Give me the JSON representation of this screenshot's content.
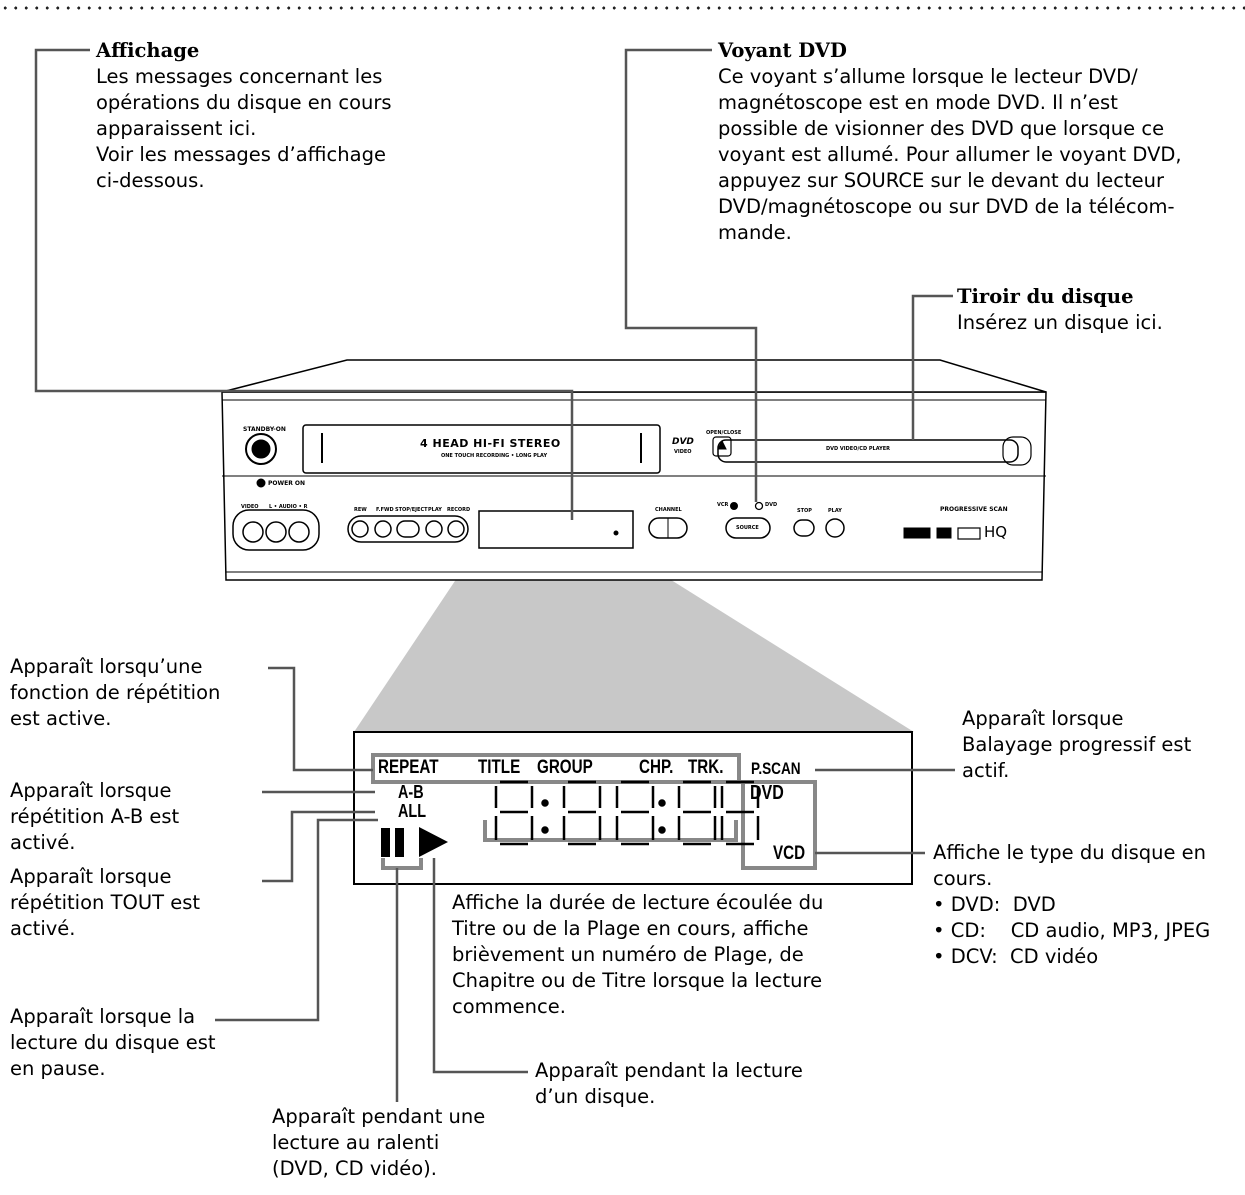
{
  "callouts": {
    "display": {
      "title": "Affichage",
      "lines": [
        "Les messages concernant les",
        "opérations du disque en cours",
        "apparaissent ici.",
        "Voir les messages d’affichage",
        "ci-dessous."
      ]
    },
    "dvd_indicator": {
      "title": "Voyant DVD",
      "lines": [
        "Ce voyant s’allume lorsque le lecteur DVD/",
        "magnétoscope est en mode DVD. Il n’est",
        "possible de visionner des DVD que lorsque ce",
        "voyant est allumé. Pour allumer le voyant DVD,",
        "appuyez sur SOURCE sur le devant du lecteur",
        "DVD/magnétoscope ou sur DVD de la télécom-",
        "mande."
      ]
    },
    "disc_tray": {
      "title": "Tiroir du disque",
      "lines": [
        "Insérez un disque ici."
      ]
    },
    "repeat": {
      "lines": [
        "Apparaît lorsqu’une",
        "fonction de répétition",
        "est active."
      ]
    },
    "ab": {
      "lines": [
        "Apparaît lorsque",
        "répétition A-B est",
        "activé."
      ]
    },
    "all": {
      "lines": [
        "Apparaît lorsque",
        "répétition TOUT est",
        "activé."
      ]
    },
    "pause": {
      "lines": [
        "Apparaît lorsque la",
        "lecture du disque est",
        "en pause."
      ]
    },
    "slow": {
      "lines": [
        "Apparaît pendant une",
        "lecture au ralenti",
        "(DVD, CD vidéo)."
      ]
    },
    "play": {
      "lines": [
        "Apparaît pendant la lecture",
        "d’un disque."
      ]
    },
    "time": {
      "lines": [
        "Affiche la durée de lecture écoulée du",
        "Titre ou de la Plage en cours, affiche",
        "brièvement un numéro de Plage, de",
        "Chapitre ou de Titre lorsque la lecture",
        "commence."
      ]
    },
    "pscan": {
      "lines": [
        "Apparaît lorsque",
        "Balayage progressif est",
        "actif."
      ]
    },
    "disc_type": {
      "lines": [
        "Affiche le type du disque en",
        "cours."
      ],
      "items": [
        "• DVD:  DVD",
        "• CD:    CD audio, MP3, JPEG",
        "• DCV:  CD vidéo"
      ]
    }
  },
  "device": {
    "standby_label": "STANDBY-ON",
    "power_on_label": "POWER ON",
    "vcr_brand": "4 HEAD HI-FI STEREO",
    "vcr_sub": "ONE TOUCH RECORDING • LONG PLAY",
    "open_close": "OPEN/CLOSE",
    "tray_label": "DVD VIDEO/CD PLAYER",
    "video_label": "VIDEO",
    "audio_label": "L • AUDIO • R",
    "rew": "REW",
    "ffwd": "F.FWD",
    "stop_eject": "STOP/EJECT",
    "play": "PLAY",
    "record": "RECORD",
    "channel": "CHANNEL",
    "vcr": "VCR",
    "dvd": "DVD",
    "source": "SOURCE",
    "stop": "STOP",
    "play2": "PLAY",
    "progressive_scan": "PROGRESSIVE SCAN",
    "hq": "HQ",
    "dvd_logo": "DVD",
    "dvd_logo_sub": "VIDEO"
  },
  "lcd": {
    "repeat": "REPEAT",
    "title": "TITLE",
    "group": "GROUP",
    "chp": "CHP.",
    "trk": "TRK.",
    "ab": "A-B",
    "all": "ALL",
    "pscan": "P.SCAN",
    "dvd": "DVD",
    "vcd": "VCD"
  }
}
